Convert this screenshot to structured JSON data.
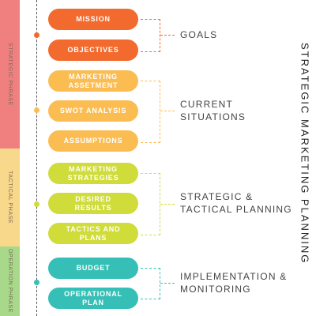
{
  "title": "STRATEGIC MARKETING PLANNING",
  "phases": [
    {
      "label": "STRATEGIC PHRASE",
      "color": "#f08080"
    },
    {
      "label": "TACTICAL PHASE",
      "color": "#f8d88a"
    },
    {
      "label": "OPERATION PHRASE",
      "color": "#a8d98a"
    }
  ],
  "groups": [
    {
      "label": "GOALS",
      "color": "#f26a2e",
      "items": [
        "MISSION",
        "OBJECTIVES"
      ]
    },
    {
      "label": "CURRENT\nSITUATIONS",
      "color": "#fbbd52",
      "items": [
        "MARKETING\nASSETMENT",
        "SWOT ANALYSIS",
        "ASSUMPTIONS"
      ]
    },
    {
      "label": "STRATEGIC &\nTACTICAL PLANNING",
      "color": "#cfdc3a",
      "items": [
        "MARKETING\nSTRATEGIES",
        "DESIRED\nRESULTS",
        "TACTICS AND\nPLANS"
      ]
    },
    {
      "label": "IMPLEMENTATION &\nMONITORING",
      "color": "#35bfb6",
      "items": [
        "BUDGET",
        "OPERATIONAL\nPLAN"
      ]
    }
  ]
}
